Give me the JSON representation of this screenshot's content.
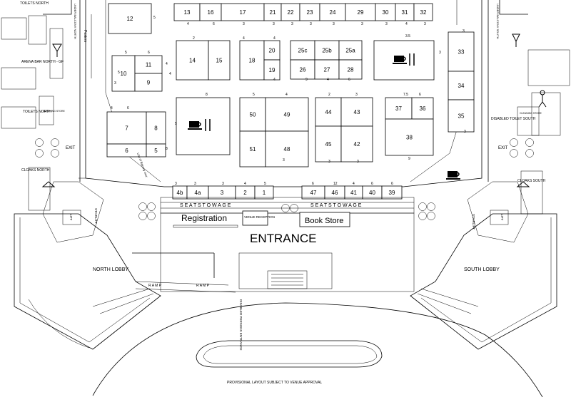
{
  "booths": [
    "12",
    "13",
    "16",
    "17",
    "21",
    "22",
    "23",
    "24",
    "29",
    "30",
    "31",
    "32",
    "10",
    "11",
    "9",
    "14",
    "15",
    "18",
    "20",
    "19",
    "25c",
    "25b",
    "25a",
    "26",
    "27",
    "28",
    "33",
    "34",
    "35",
    "7",
    "8",
    "6",
    "5",
    "50",
    "49",
    "51",
    "48",
    "44",
    "43",
    "45",
    "42",
    "37",
    "36",
    "38",
    "4b",
    "4a",
    "3",
    "2",
    "1",
    "47",
    "46",
    "41",
    "40",
    "39"
  ],
  "dimensions": [
    "5",
    "4",
    "6",
    "3",
    "3",
    "3",
    "3",
    "3",
    "3",
    "3",
    "4",
    "3",
    "5",
    "6",
    "5",
    "4",
    "2",
    "4",
    "4",
    "4",
    "4",
    "9",
    "4",
    "6",
    "3.5",
    "8",
    "7.5",
    "6",
    "9",
    "5",
    "4",
    "6",
    "8",
    "5",
    "4",
    "2",
    "3",
    "3",
    "3",
    "3",
    "3",
    "3",
    "3",
    "3",
    "3",
    "3",
    "3",
    "4",
    "5",
    "6",
    "12",
    "4",
    "6",
    "6"
  ],
  "labels": {
    "posters": "Posters",
    "toilets_north_top": "TOILETS NORTH",
    "arena_bar": "ARENA BAR NORTH - GF",
    "toilets_north": "TOILETS NORTH",
    "cleaning_store": "CLEANING STORE",
    "exit": "EXIT",
    "cloaks_north": "CLOAKS NORTH",
    "cloaks_south": "CLOAKS SOUTH",
    "disabled_toilet_south": "DISABLED TOILET SOUTH",
    "under_balcony_north": "UNDER BALCONY NORTH",
    "under_balcony_south": "UNDER BALCONY SOUTH",
    "stairlift": "STAIRLIFT",
    "lift": "LIFT",
    "seat_stowage": "S E A T   S T O W A G E",
    "registration": "Registration",
    "venue_reception": "VENUE RECEPTION",
    "book_store": "Book Store",
    "entrance": "ENTRANCE",
    "north_lobby": "NORTH LOBBY",
    "south_lobby": "SOUTH LOBBY",
    "ramp": "R A M P",
    "disabled_entrance": "DISABLED PERSONS ENTRANCE",
    "line_of_balcony": "Line of Balcony over",
    "footer": "PROVISIONAL LAYOUT SUBJECT TO VENUE APPROVAL"
  },
  "icons": [
    "cafe-icon",
    "dining-icon",
    "toilet-icon",
    "wheelchair-icon",
    "hanger-icon",
    "wine-icon",
    "lift-icon"
  ]
}
